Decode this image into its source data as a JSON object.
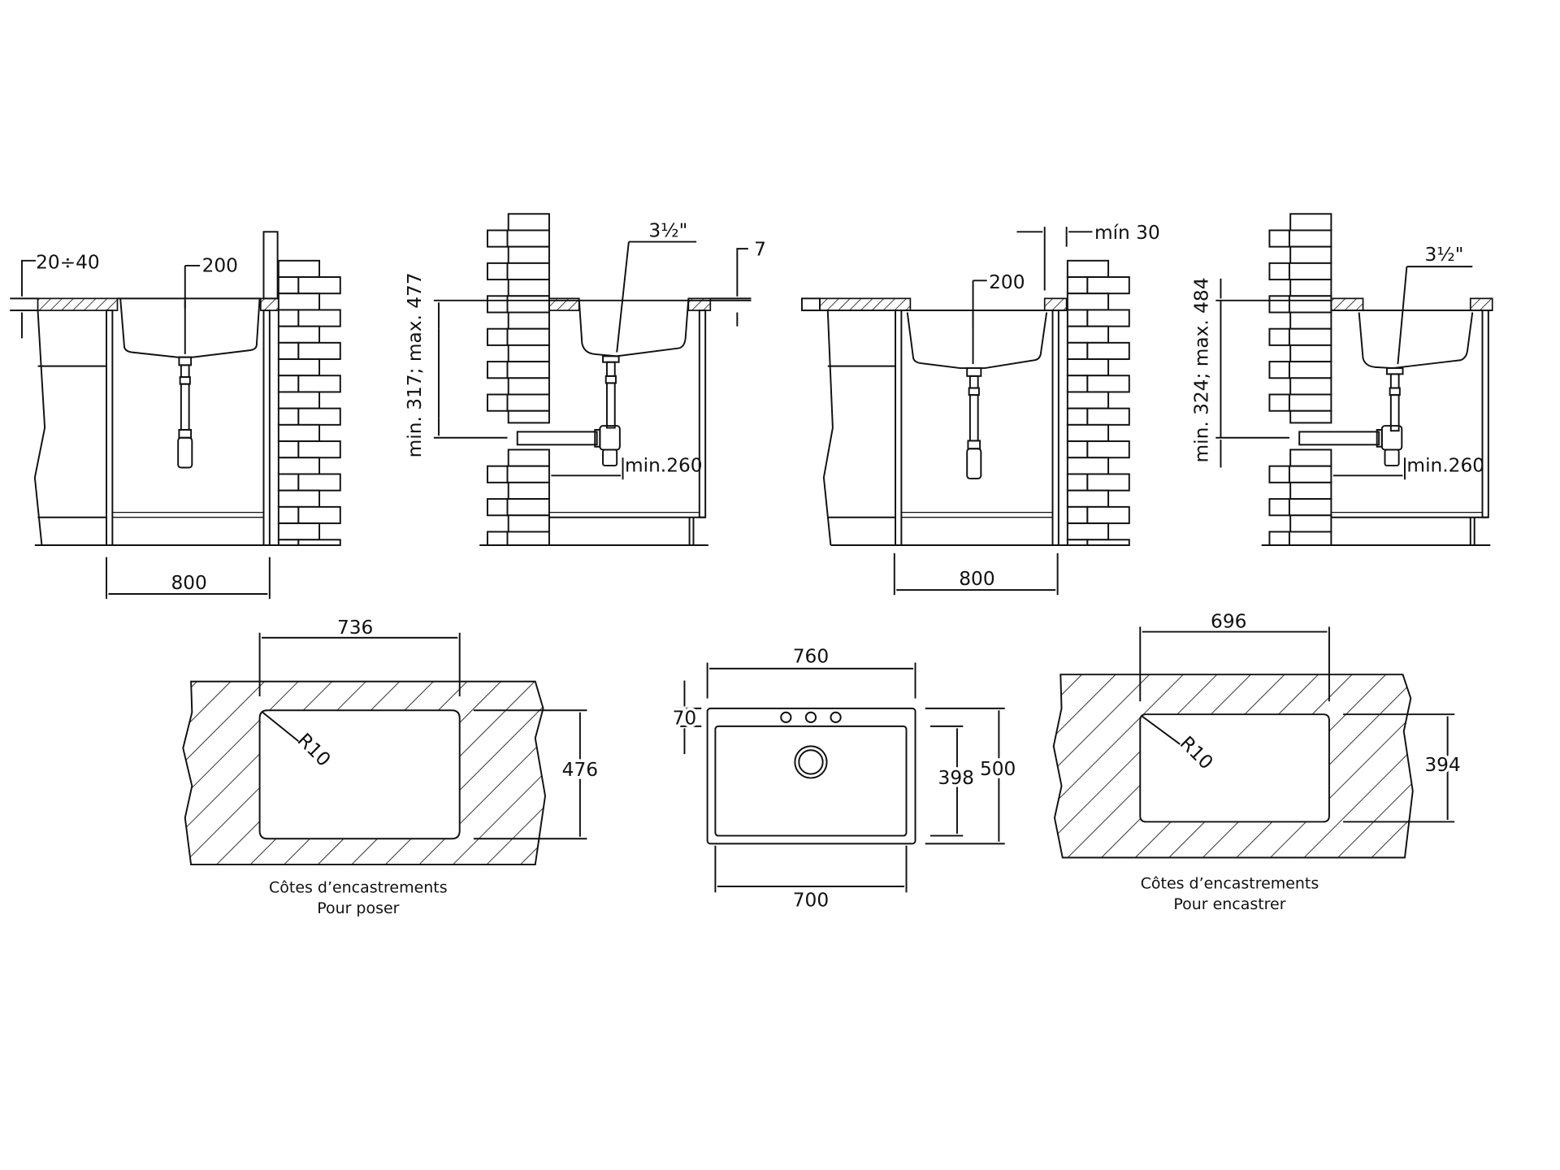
{
  "section_views": {
    "view1": {
      "gap_label": "20÷40",
      "depth_label": "200",
      "width_label": "800"
    },
    "view2": {
      "height_label": "min. 317;  max. 477",
      "drain_label": "3½\"",
      "thickness_label": "7",
      "distance_label": "min.260"
    },
    "view3": {
      "clearance_label": "mín  30",
      "depth_label": "200",
      "width_label": "800"
    },
    "view4": {
      "height_label": "min. 324;  max. 484",
      "drain_label": "3½\"",
      "distance_label": "min.260"
    }
  },
  "plan_views": {
    "cutout_top": {
      "width_label": "736",
      "height_label": "476",
      "radius_label": "R10",
      "caption_line1": "Côtes d’encastrements",
      "caption_line2": "Pour poser"
    },
    "sink": {
      "outer_width_label": "760",
      "inner_width_label": "700",
      "tap_offset_label": "70",
      "bowl_height_label": "398",
      "outer_height_label": "500"
    },
    "cutout_under": {
      "width_label": "696",
      "height_label": "394",
      "radius_label": "R10",
      "caption_line1": "Côtes d’encastrements",
      "caption_line2": "Pour encastrer"
    }
  }
}
